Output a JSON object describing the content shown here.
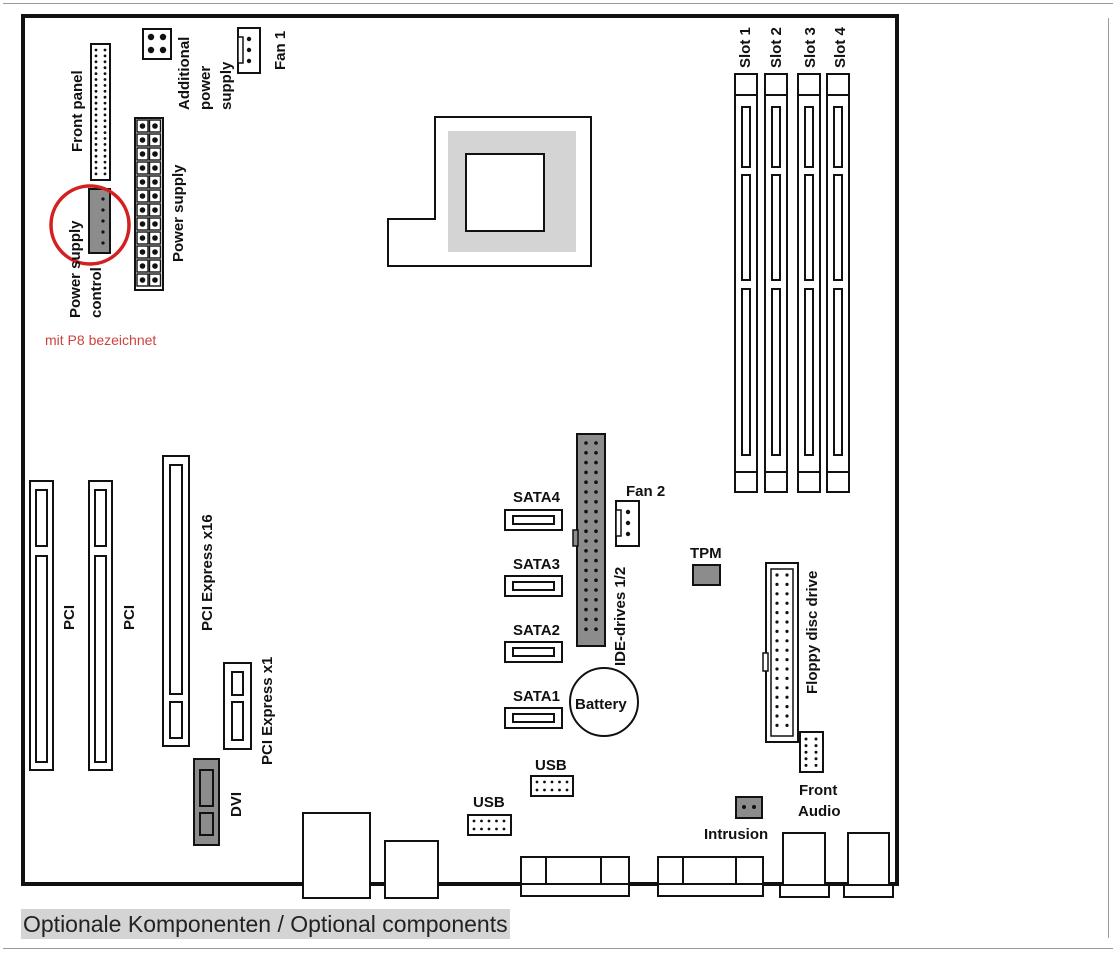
{
  "labels": {
    "front_panel": "Front panel",
    "additional_power_supply": [
      "Additional",
      "power",
      "supply"
    ],
    "fan1": "Fan 1",
    "power_supply": "Power supply",
    "power_supply_control": [
      "Power supply",
      "control"
    ],
    "note": "mit P8 bezeichnet",
    "slot1": "Slot 1",
    "slot2": "Slot 2",
    "slot3": "Slot 3",
    "slot4": "Slot 4",
    "pci_a": "PCI",
    "pci_b": "PCI",
    "pcie_x16": "PCI Express x16",
    "pcie_x1": "PCI Express x1",
    "dvi": "DVI",
    "sata4": "SATA4",
    "sata3": "SATA3",
    "sata2": "SATA2",
    "sata1": "SATA1",
    "ide": "IDE-drives 1/2",
    "fan2": "Fan 2",
    "tpm": "TPM",
    "battery": "Battery",
    "floppy": "Floppy disc drive",
    "front_audio": [
      "Front",
      "Audio"
    ],
    "usb_a": "USB",
    "usb_b": "USB",
    "intrusion": "Intrusion"
  },
  "caption": "Optionale Komponenten / Optional components",
  "colors": {
    "highlight_circle": "#d42020",
    "note_text": "#d04040",
    "connector_fill": "#8c8c8c",
    "cpu_socket_fill": "#d4d4d4",
    "caption_bg": "#d4d4d4"
  }
}
